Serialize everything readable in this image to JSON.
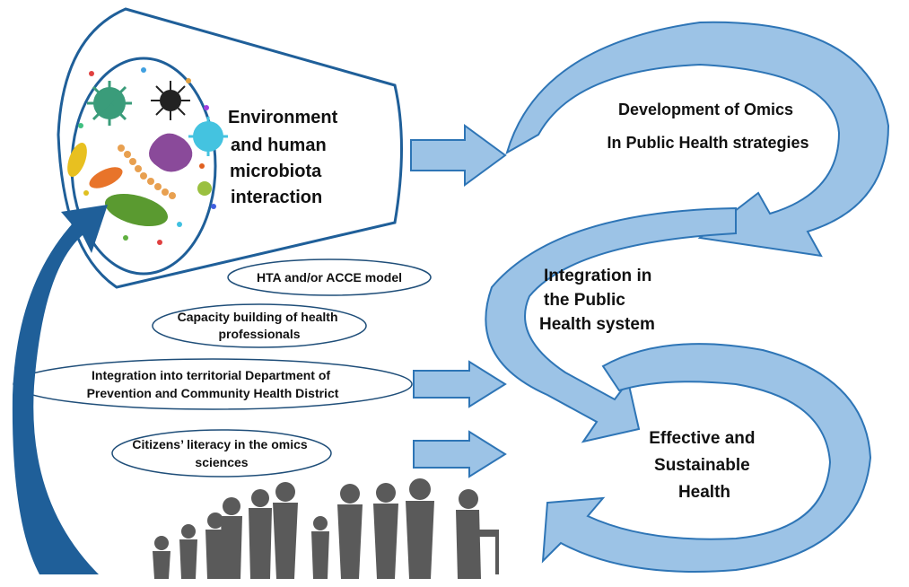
{
  "diagram": {
    "colors": {
      "arrow_fill": "#9cc3e6",
      "arrow_stroke": "#2e75b6",
      "ellipse_stroke": "#1f4e79",
      "feedback_arrow": "#1f5f99",
      "silhouette": "#5a5a5a",
      "text": "#111111"
    },
    "microbiota": {
      "label_lines": [
        "Environment",
        "and human",
        "microbiota",
        "interaction"
      ],
      "icons": [
        "virus-icon",
        "bacteria-icon",
        "microbe-cluster-icon"
      ]
    },
    "cycle": {
      "development_lines": [
        "Development of Omics",
        "In Public Health strategies"
      ],
      "integration_lines": [
        "Integration in",
        "the Public",
        "Health system"
      ],
      "effective_lines": [
        "Effective and",
        "Sustainable",
        "Health"
      ]
    },
    "actions": [
      {
        "lines": [
          "HTA and/or ACCE model"
        ]
      },
      {
        "lines": [
          "Capacity building of health",
          "professionals"
        ]
      },
      {
        "lines": [
          "Integration into territorial Department of",
          "Prevention and Community Health District"
        ]
      },
      {
        "lines": [
          "Citizens’ literacy in the omics",
          "sciences"
        ]
      }
    ],
    "population_icon": "people-silhouettes-icon"
  }
}
